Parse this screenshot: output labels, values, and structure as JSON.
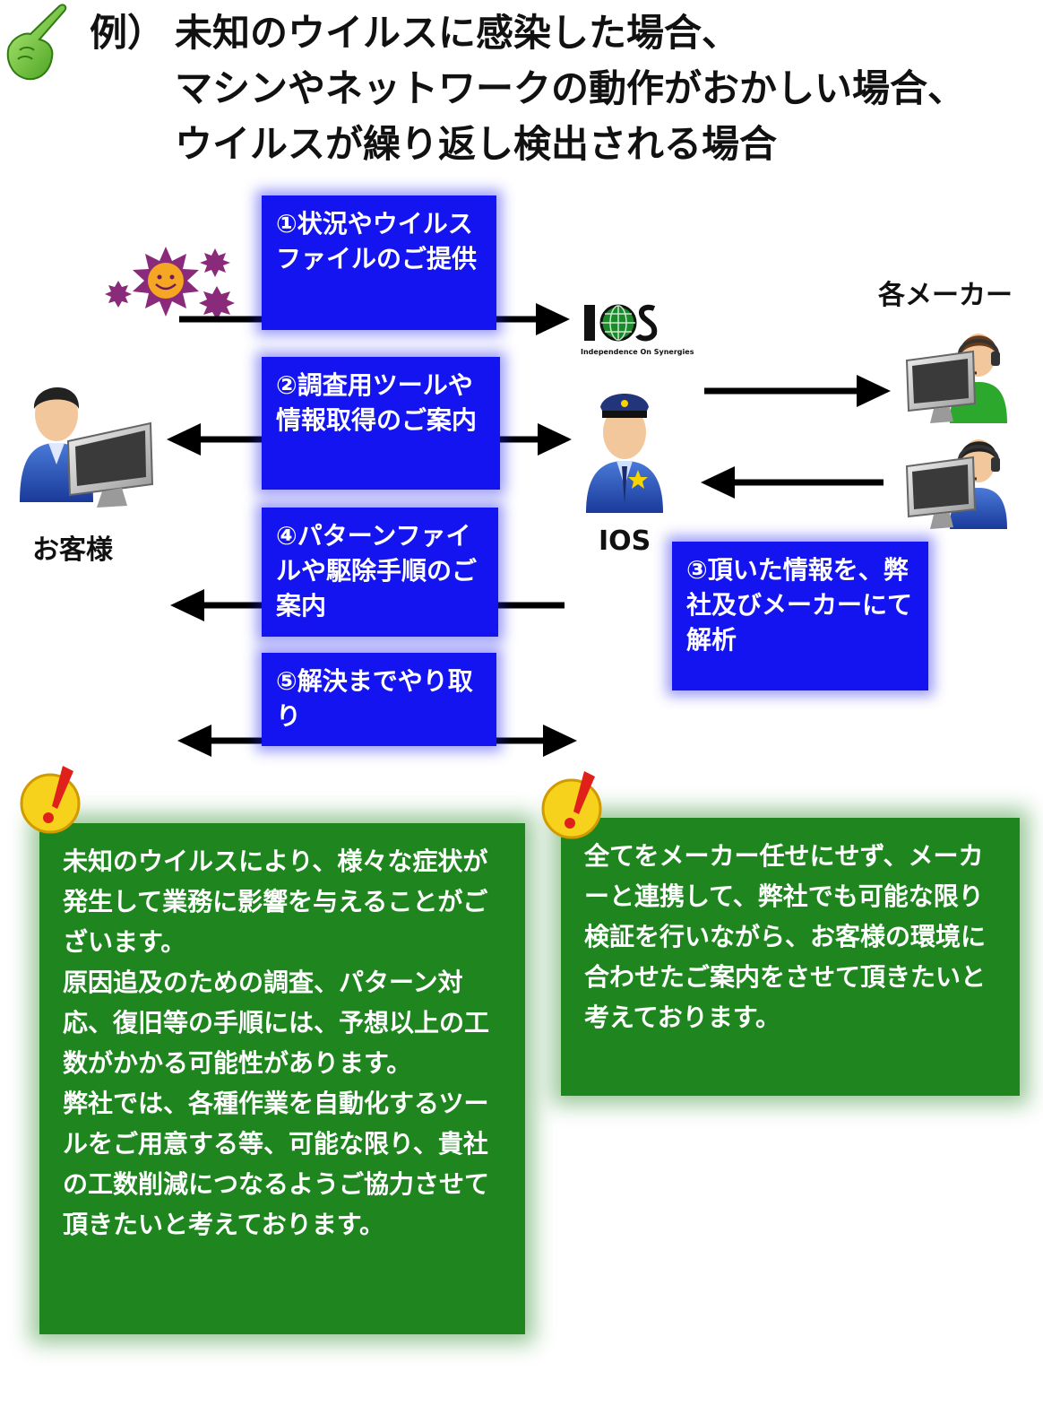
{
  "heading": {
    "prefix": "例）",
    "line1": "未知のウイルスに感染した場合、",
    "line2": "マシンやネットワークの動作がおかしい場合、",
    "line3": "ウイルスが繰り返し検出される場合"
  },
  "labels": {
    "customer": "お客様",
    "ios": "IOS",
    "makers": "各メーカー",
    "logo_text": "IOS",
    "logo_sub": "Independence On Synergies"
  },
  "steps": {
    "step1": "①状況やウイルスファイルのご提供",
    "step2": "②調査用ツールや情報取得のご案内",
    "step3": "③頂いた情報を、弊社及びメーカーにて解析",
    "step4": "④パターンファイルや駆除手順のご案内",
    "step5": "⑤解決までやり取り"
  },
  "notes": {
    "left": "未知のウイルスにより、様々な症状が発生して業務に影響を与えることがございます。\n原因追及のための調査、パターン対応、復旧等の手順には、予想以上の工数がかかる可能性があります。\n弊社では、各種作業を自動化するツールをご用意する等、可能な限り、貴社の工数削減につなるようご協力させて頂きたいと考えております。",
    "right": "全てをメーカー任せにせず、メーカーと連携して、弊社でも可能な限り検証を行いながら、お客様の環境に合わせたご案内をさせて頂きたいと考えております。"
  },
  "colors": {
    "step_box": "#1414f0",
    "note_box": "#1f861f",
    "arrow": "#000000",
    "virus": "#8a2a7a"
  },
  "icons": [
    "pointing-hand-icon",
    "virus-icon",
    "customer-pc-icon",
    "police-officer-icon",
    "operator-icon",
    "alert-icon"
  ]
}
